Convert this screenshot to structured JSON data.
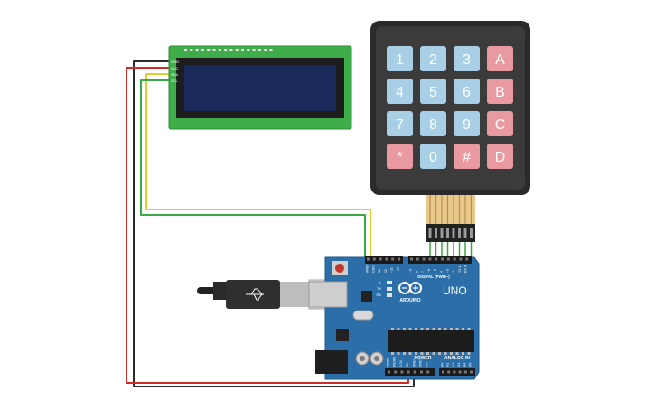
{
  "lcd": {
    "pins": [
      "GND",
      "VCC",
      "SDA",
      "SCL"
    ]
  },
  "keypad": {
    "keys": [
      "1",
      "2",
      "3",
      "A",
      "4",
      "5",
      "6",
      "B",
      "7",
      "8",
      "9",
      "C",
      "*",
      "0",
      "#",
      "D"
    ]
  },
  "arduino": {
    "brand": "ARDUINO",
    "model": "UNO",
    "digital_label": "DIGITAL (PWM~)",
    "power_label": "POWER",
    "analog_label": "ANALOG IN",
    "top_pins": [
      "AREF",
      "GND",
      "13",
      "12",
      "~11",
      "~10",
      "~9",
      "8",
      "7",
      "~6",
      "~5",
      "4",
      "~3",
      "2",
      "TX 1",
      "RX 0"
    ],
    "power_pins": [
      "IOREF",
      "RESET",
      "3.3V",
      "5V",
      "GND",
      "GND",
      "Vin"
    ],
    "analog_pins": [
      "A0",
      "A1",
      "A2",
      "A3",
      "A4",
      "A5"
    ],
    "leds": [
      "L",
      "TX",
      "RX"
    ]
  },
  "wire_colors": {
    "gnd": "#2b2b2b",
    "vcc": "#d12a2a",
    "sda": "#e8c92a",
    "scl": "#3aa845"
  }
}
